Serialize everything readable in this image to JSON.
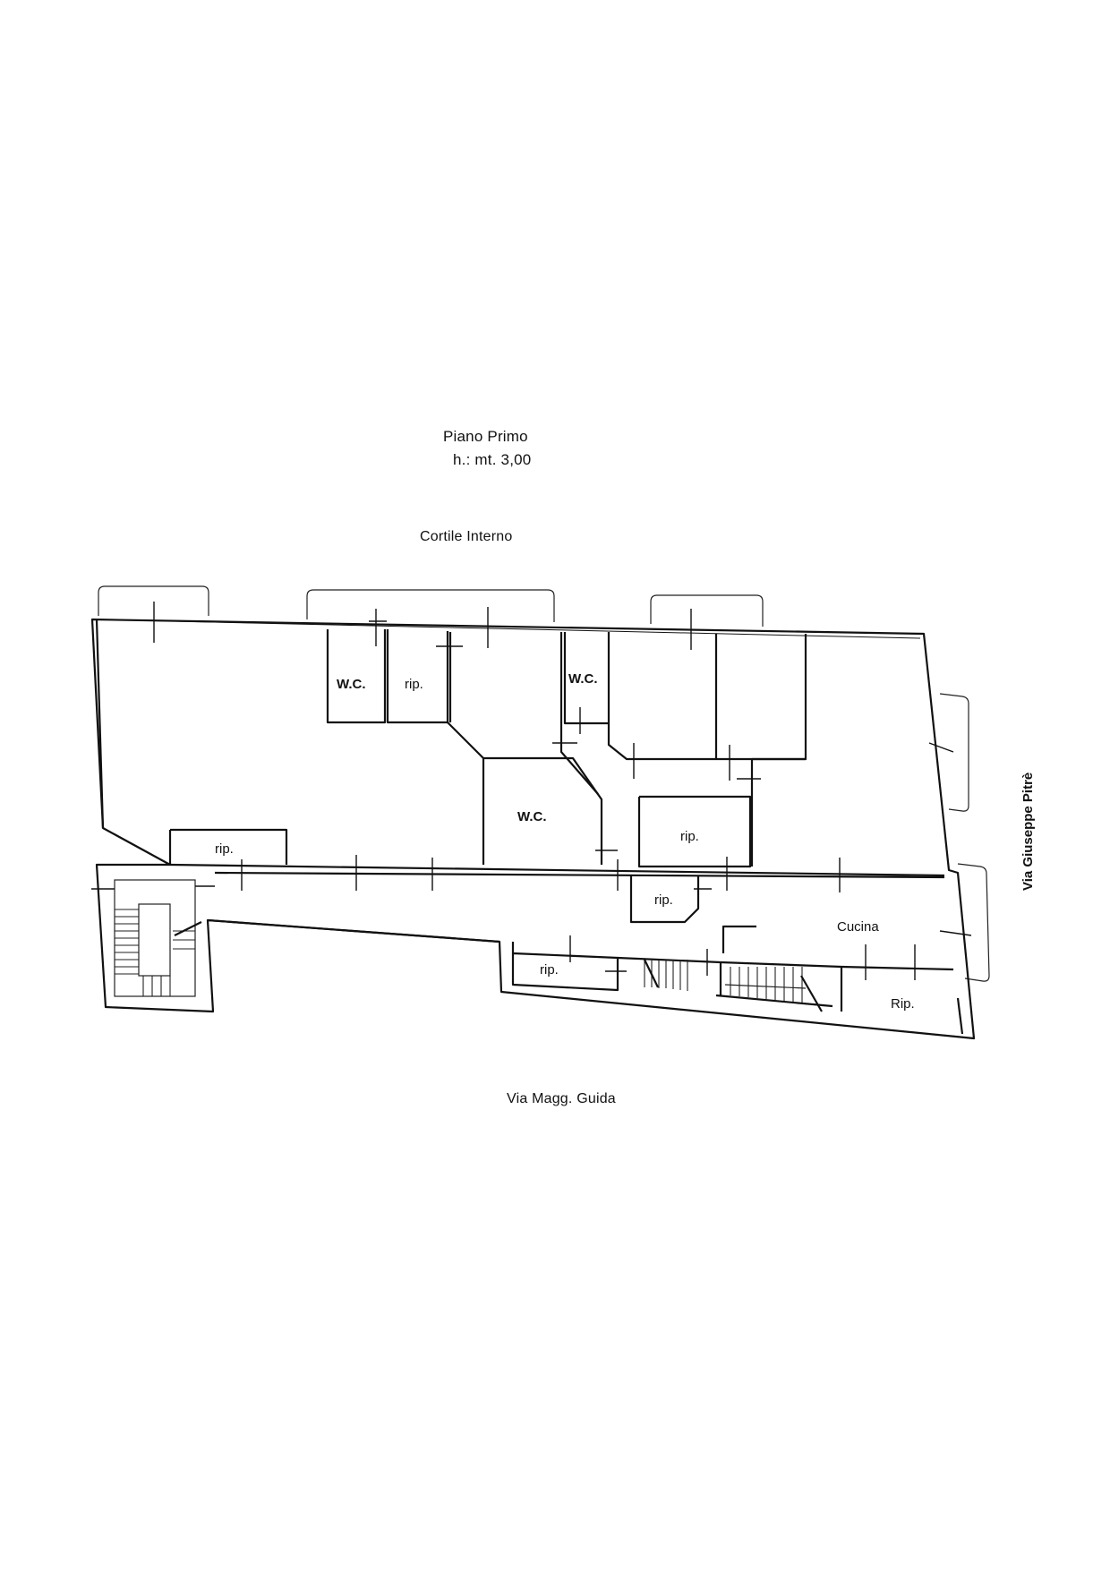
{
  "header": {
    "title": "Piano Primo",
    "height": "h.: mt. 3,00"
  },
  "orientation": {
    "courtyard": "Cortile  Interno",
    "street_bottom": "Via Magg. Guida",
    "street_right": "Via Giuseppe Pitrè"
  },
  "rooms": {
    "wc_1": "W.C.",
    "rip_1": "rip.",
    "wc_2": "W.C.",
    "wc_3": "W.C.",
    "rip_2": "rip.",
    "rip_3": "rip.",
    "rip_4": "rip.",
    "rip_5": "rip.",
    "kitchen": "Cucina",
    "rip_6": "Rip."
  }
}
